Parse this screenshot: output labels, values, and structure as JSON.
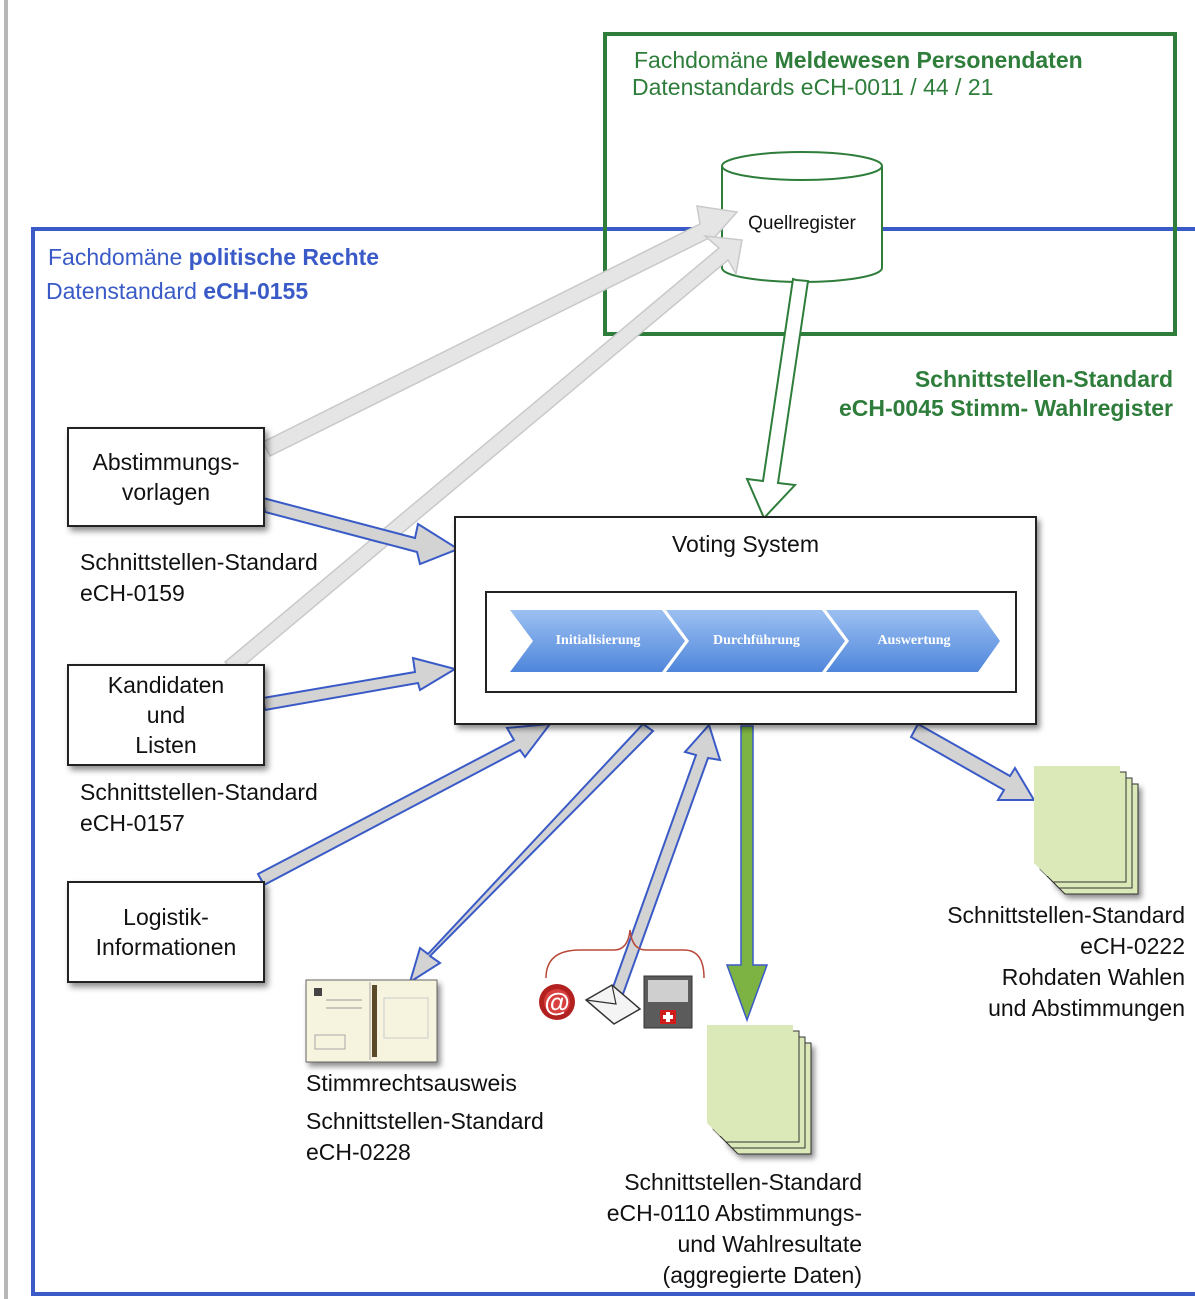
{
  "fachdomaene_melde": {
    "prefix": "Fachdomäne",
    "bold": "Meldewesen Personendaten",
    "line2": "Datenstandards eCH-0011 / 44 / 21"
  },
  "quellregister": "Quellregister",
  "fachdomaene_pol": {
    "prefix": "Fachdomäne",
    "bold": "politische Rechte",
    "line2_prefix": "Datenstandard",
    "line2_bold": "eCH-0155"
  },
  "schnittstelle_0045": {
    "line1": "Schnittstellen-Standard",
    "line2": "eCH-0045 Stimm- Wahlregister"
  },
  "boxes": {
    "abstimmung": [
      "Abstimmungs-",
      "vorlagen"
    ],
    "kandidaten": [
      "Kandidaten",
      "und",
      "Listen"
    ],
    "logistik": [
      "Logistik-",
      "Informationen"
    ]
  },
  "std_0159": [
    "Schnittstellen-Standard",
    "eCH-0159"
  ],
  "std_0157": [
    "Schnittstellen-Standard",
    "eCH-0157"
  ],
  "voting": {
    "title": "Voting System",
    "steps": [
      "Initialisierung",
      "Durchführung",
      "Auswertung"
    ]
  },
  "std_0228": [
    "Stimmrechtsausweis",
    "Schnittstellen-Standard",
    "eCH-0228"
  ],
  "std_0222": [
    "Schnittstellen-Standard",
    "eCH-0222",
    "Rohdaten Wahlen",
    "und Abstimmungen"
  ],
  "std_0110": [
    "Schnittstellen-Standard",
    "eCH-0110 Abstimmungs-",
    "und Wahlresultate",
    "(aggregierte Daten)"
  ],
  "colors": {
    "green_border": "#2e7d3b",
    "blue_border": "#3a5bc7",
    "green_arrow": "#7cb342",
    "doc_fill": "#dbe8b8",
    "chevron_fill": "#6f9ee6"
  }
}
